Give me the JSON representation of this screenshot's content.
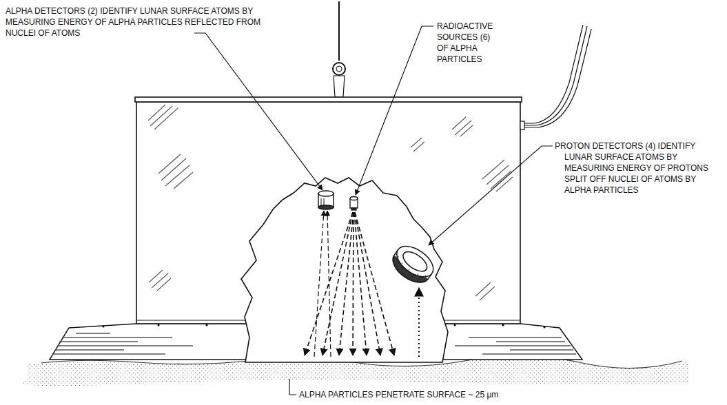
{
  "diagram": {
    "labels": [
      "ALPHA DETECTORS (2) IDENTIFY LUNAR SURFACE ATOMS BY MEASURING ENERGY OF ALPHA PARTICLES REFLECTED FROM NUCLEI OF ATOMS",
      "RADIOACTIVE SOURCES (6) OF ALPHA PARTICLES",
      "PROTON DETECTORS (4) IDENTIFY LUNAR SURFACE ATOMS BY MEASURING ENERGY OF PROTONS SPLIT OFF NUCLEI OF ATOMS BY ALPHA PARTICLES",
      "ALPHA PARTICLES PENETRATE SURFACE ~ 25 μm"
    ]
  }
}
